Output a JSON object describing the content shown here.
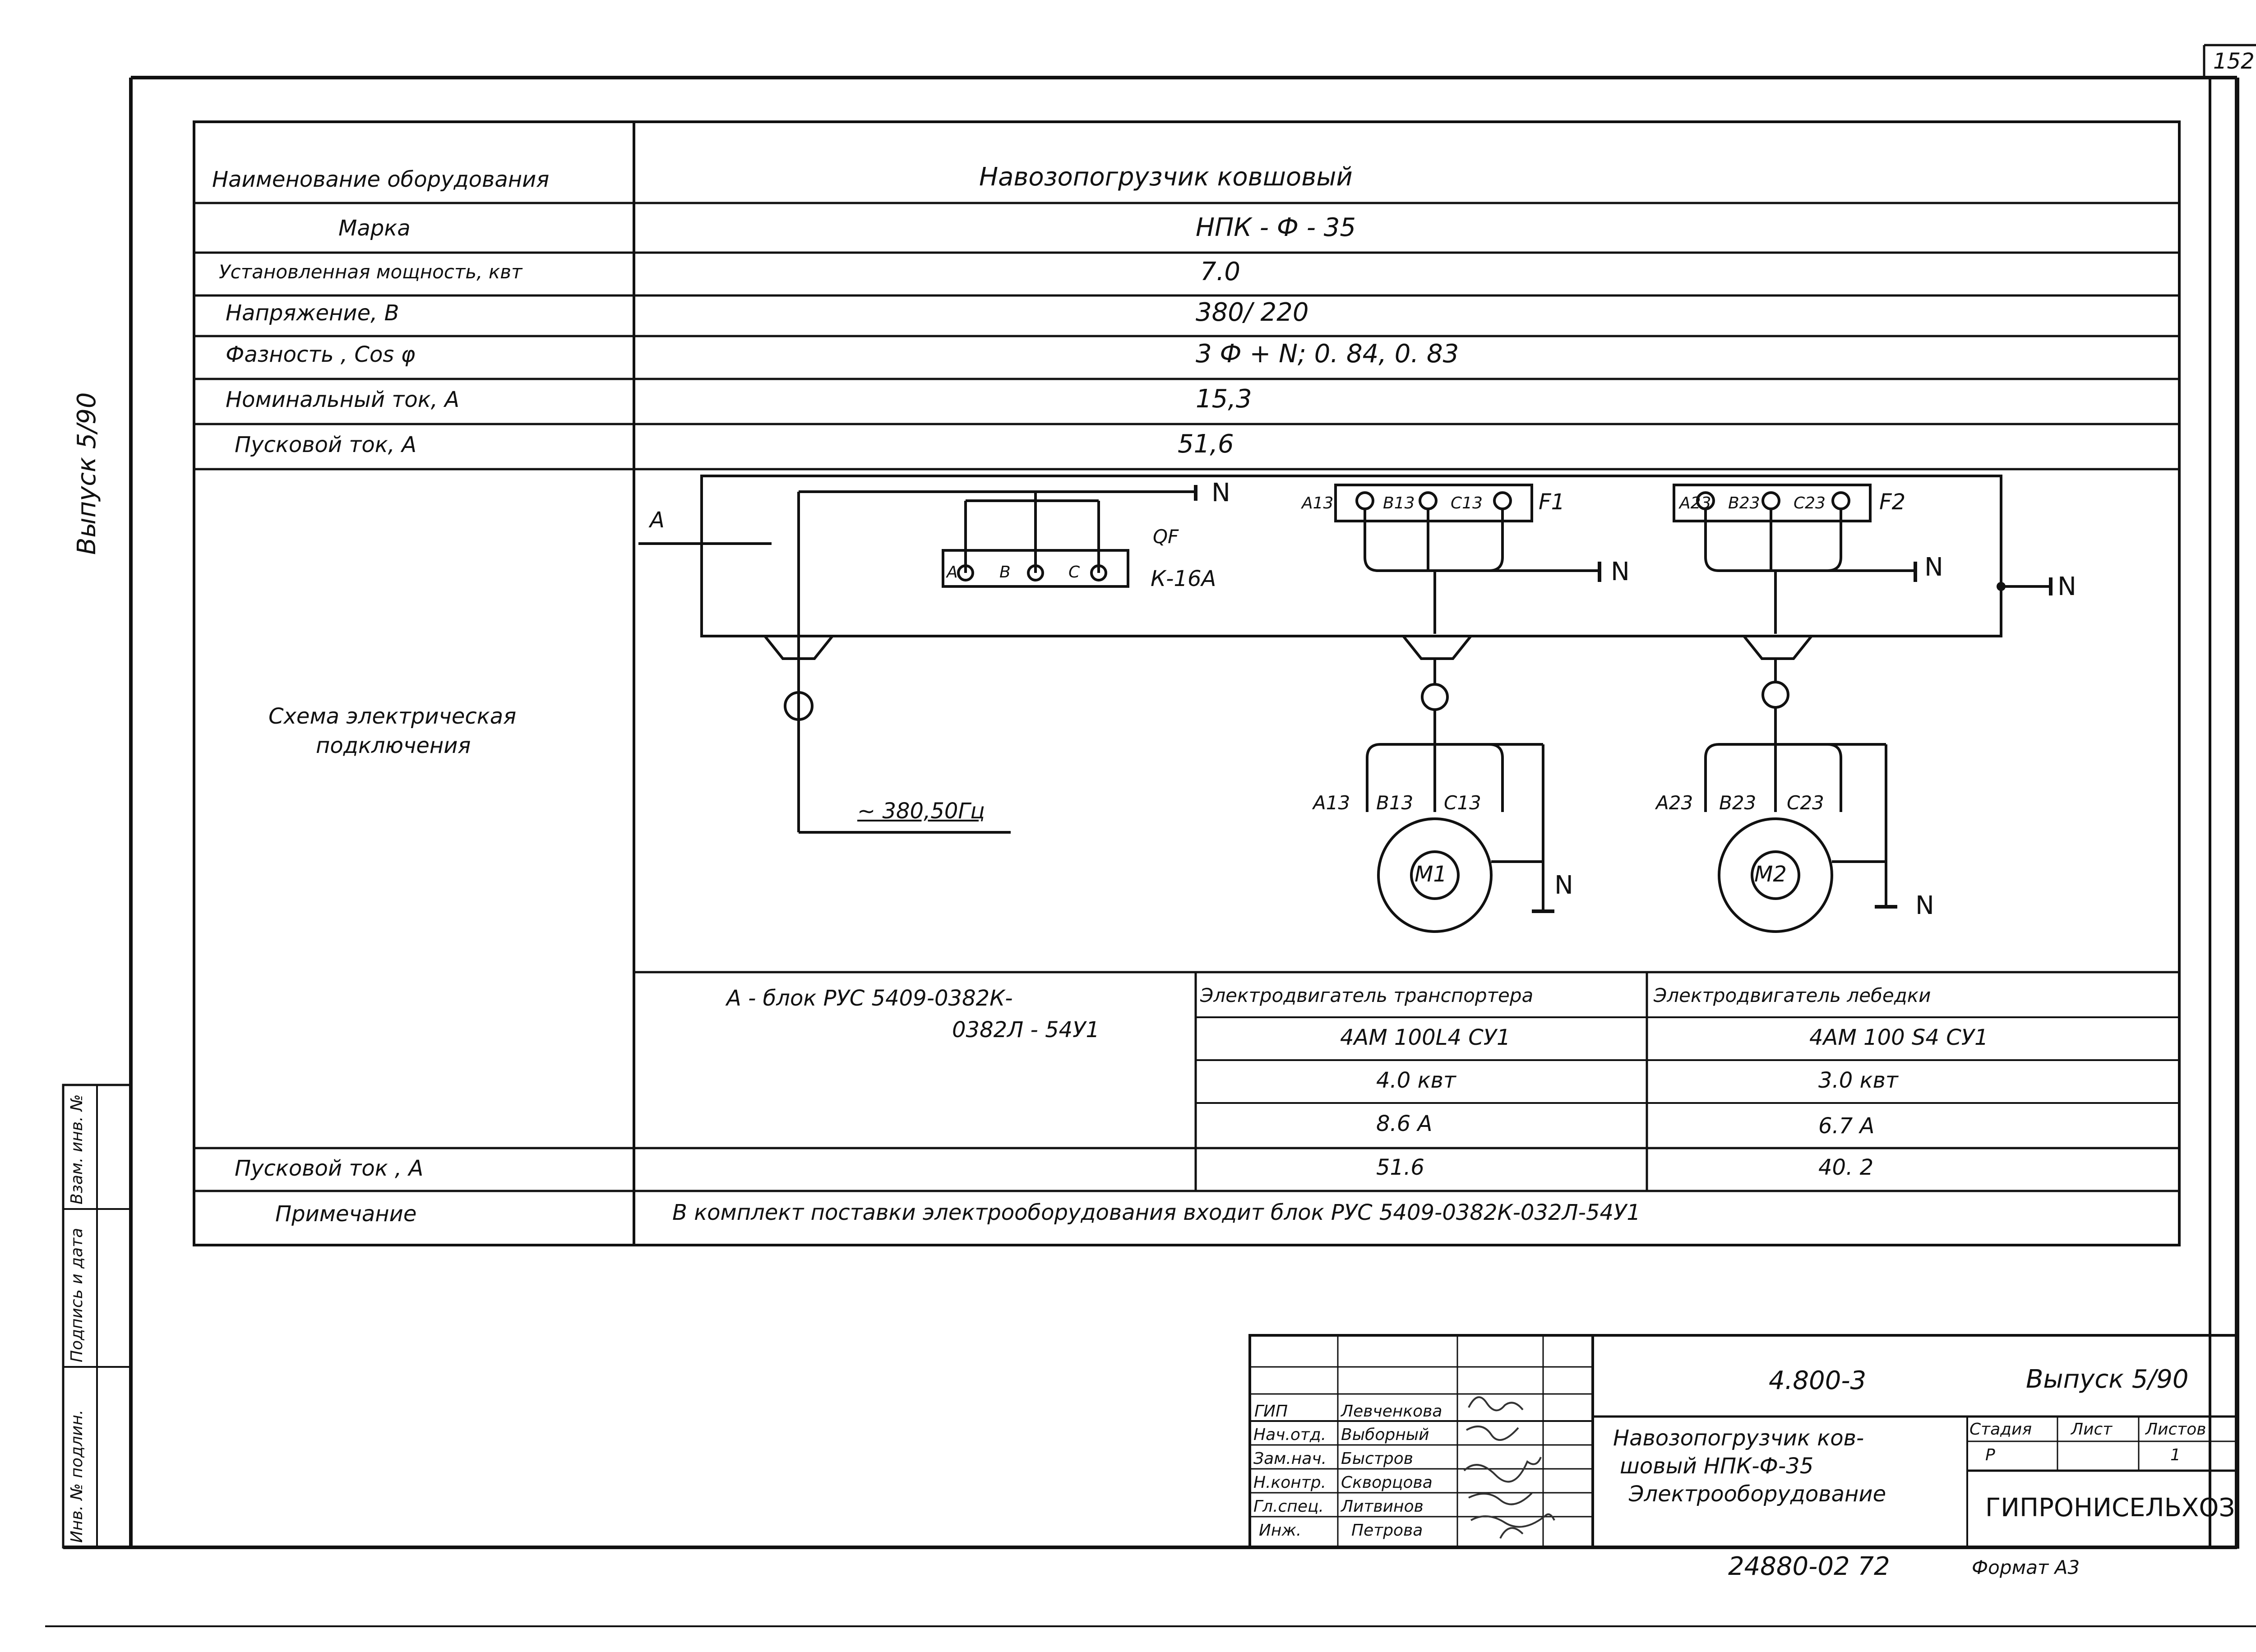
{
  "page_number": "152",
  "side_label": "Выпуск 5/90",
  "side_stamp": [
    "Инв. № подлин.",
    "Подпись и дата",
    "Взам. инв. №"
  ],
  "table": {
    "rows": [
      {
        "label": "Наименование оборудования",
        "value": "Навозопогрузчик     ковшовый"
      },
      {
        "label": "Марка",
        "value": "НПК - Ф - 35"
      },
      {
        "label": "Установленная мощность, квт",
        "value": "7.0"
      },
      {
        "label": "Напряжение,  В",
        "value": "380/ 220"
      },
      {
        "label": "Фазность ,  Cos φ",
        "value": "3 Ф + N;  0. 84,  0. 83"
      },
      {
        "label": "Номинальный ток, А",
        "value": "15,3"
      },
      {
        "label": "Пусковой  ток,  А",
        "value": "51,6"
      }
    ],
    "scheme_label": "Схема электрическая подключения",
    "scheme_label_line1": "Схема электрическая",
    "scheme_label_line2": "подключения",
    "block_label": "А - блок     РУС  5409-0382К-",
    "block_label2": "0382Л - 54У1",
    "motor1": {
      "header": "Электродвигатель транспортера",
      "type": "4АМ 100L4  СУ1",
      "power": "4.0  квт",
      "current": "8.6  А",
      "start": "51.6"
    },
    "motor2": {
      "header": "Электродвигатель лебедки",
      "type": "4АМ 100 S4       СУ1",
      "power": "3.0  квт",
      "current": "6.7  А",
      "start": "40. 2"
    },
    "start_current_label": "Пусковой   ток , А",
    "note_label": "Примечание",
    "note_value": "В комплект   поставки   электрооборудования   входит  блок  РУС 5409-0382К-032Л-54У1"
  },
  "scheme": {
    "input": "А",
    "n": "N",
    "qf": "QF",
    "breaker": "К-16А",
    "terminals_a": [
      "А",
      "В",
      "С"
    ],
    "f1_terminals": [
      "А13",
      "В13",
      "С13"
    ],
    "f1": "F1",
    "f2_terminals": [
      "А23",
      "В23",
      "С23"
    ],
    "f2": "F2",
    "supply": "~ 380,50Гц",
    "m1": "М1",
    "m2": "М2",
    "m1_terminals": [
      "А13",
      "В13",
      "С13"
    ],
    "m2_terminals": [
      "А23",
      "В23",
      "С23"
    ]
  },
  "title_block": {
    "doc_code": "4.800-3",
    "issue": "Выпуск 5/90",
    "roles": [
      "ГИП",
      "Нач.отд.",
      "Зам.нач.",
      "Н.контр.",
      "Гл.спец.",
      "Инж."
    ],
    "names": [
      "Левченкова",
      "Выборный",
      "Быстров",
      "Скворцова",
      "Литвинов",
      "Петрова"
    ],
    "title_lines": [
      "Навозопогрузчик  ков-",
      "шовый  НПК-Ф-35",
      "Электрооборудование"
    ],
    "stage_header": "Стадия",
    "sheet_header": "Лист",
    "sheets_header": "Листов",
    "stage": "Р",
    "sheets": "1",
    "org": "ГИПРОНИСЕЛЬХОЗ"
  },
  "footer": {
    "number": "24880-02   72",
    "format": "Формат  А3"
  }
}
